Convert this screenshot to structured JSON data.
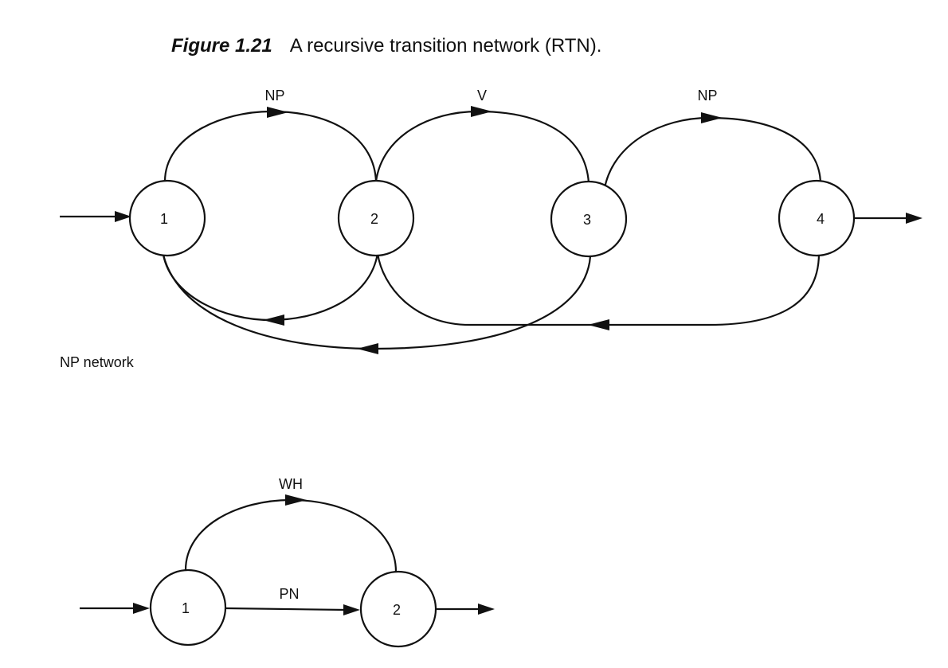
{
  "caption": {
    "figure_no": "Figure 1.21",
    "title": "A recursive transition network (RTN)."
  },
  "network1": {
    "nodes": [
      "1",
      "2",
      "3",
      "4"
    ],
    "arc_labels": {
      "np_1_2": "NP",
      "v_2_3": "V",
      "np_3_4": "NP"
    }
  },
  "network2": {
    "name": "NP network",
    "nodes": [
      "1",
      "2"
    ],
    "arc_labels": {
      "wh": "WH",
      "pn": "PN"
    }
  }
}
